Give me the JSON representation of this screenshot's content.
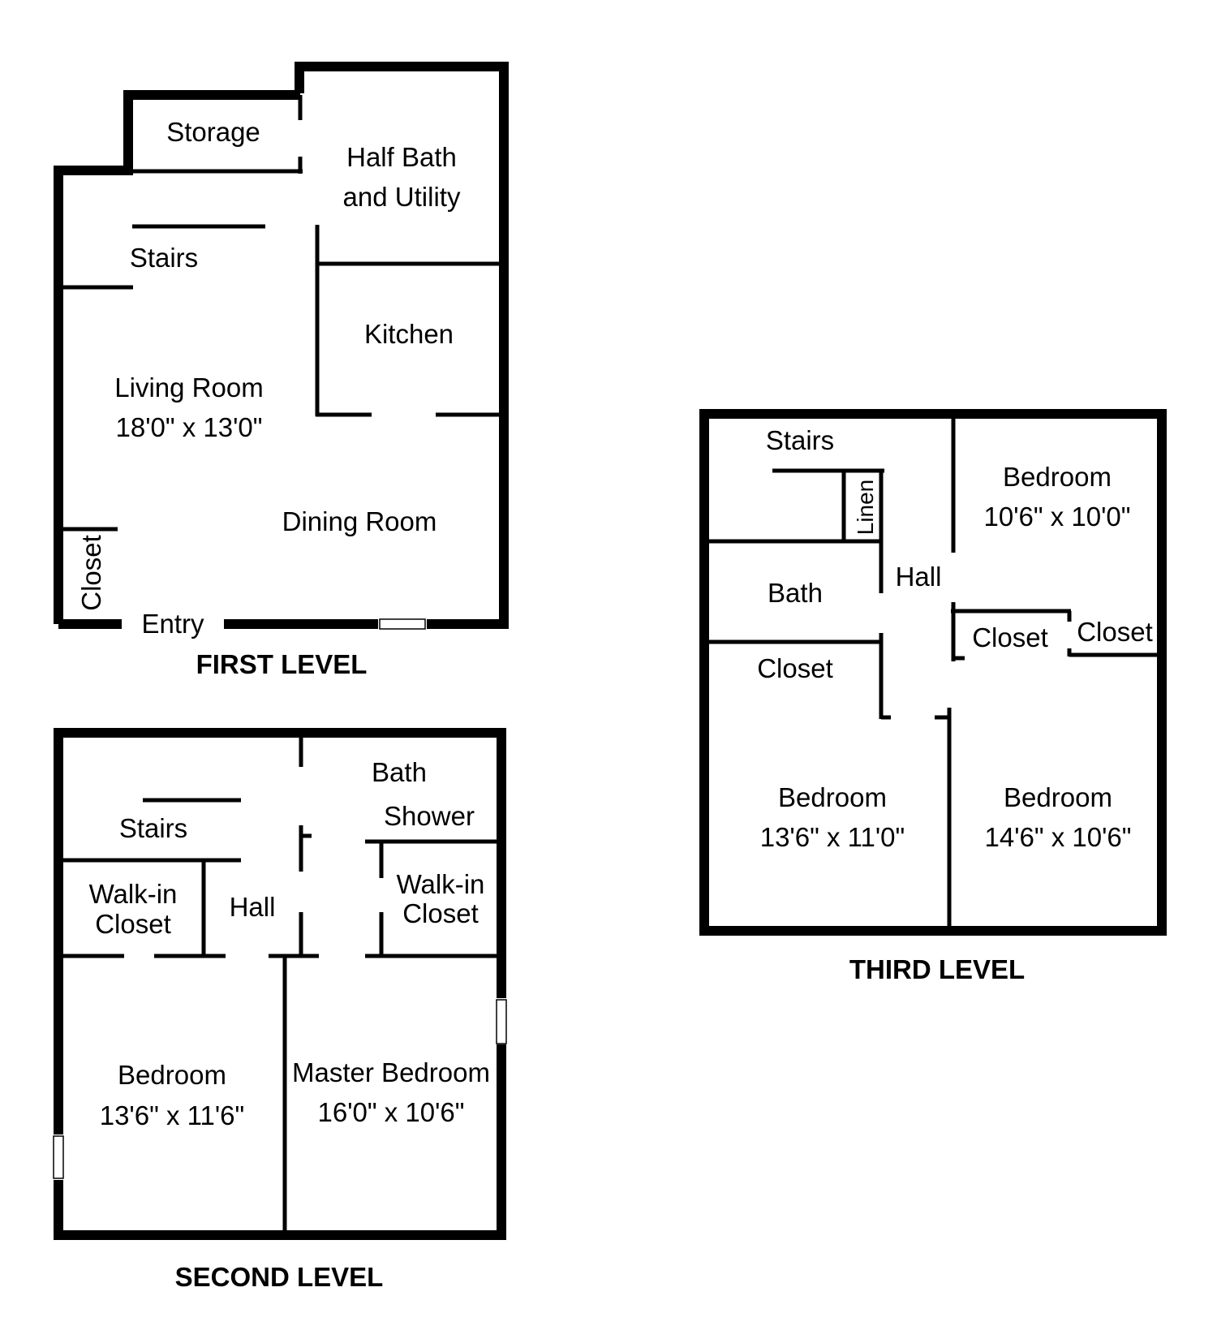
{
  "first_level": {
    "title": "FIRST LEVEL",
    "storage": "Storage",
    "half_bath_1": "Half Bath",
    "half_bath_2": "and Utility",
    "stairs": "Stairs",
    "kitchen": "Kitchen",
    "living_room": "Living Room",
    "living_room_dim": "18'0\" x 13'0\"",
    "dining_room": "Dining Room",
    "closet": "Closet",
    "entry": "Entry"
  },
  "second_level": {
    "title": "SECOND LEVEL",
    "bath": "Bath",
    "shower": "Shower",
    "stairs": "Stairs",
    "walkin_left_1": "Walk-in",
    "walkin_left_2": "Closet",
    "hall": "Hall",
    "walkin_right_1": "Walk-in",
    "walkin_right_2": "Closet",
    "bedroom": "Bedroom",
    "bedroom_dim": "13'6\" x 11'6\"",
    "master_bedroom": "Master Bedroom",
    "master_bedroom_dim": "16'0\" x 10'6\""
  },
  "third_level": {
    "title": "THIRD LEVEL",
    "stairs": "Stairs",
    "linen": "Linen",
    "bedroom_a": "Bedroom",
    "bedroom_a_dim": "10'6\" x 10'0\"",
    "hall": "Hall",
    "bath": "Bath",
    "closet_a": "Closet",
    "closet_b": "Closet",
    "closet_c": "Closet",
    "bedroom_b": "Bedroom",
    "bedroom_b_dim": "13'6\" x 11'0\"",
    "bedroom_c": "Bedroom",
    "bedroom_c_dim": "14'6\" x 10'6\""
  }
}
